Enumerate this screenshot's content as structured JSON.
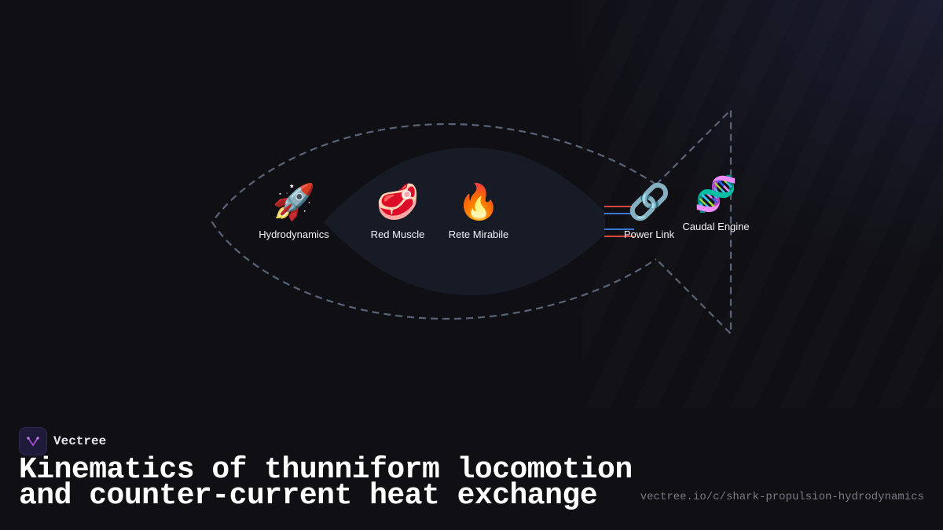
{
  "brand": {
    "name": "Vectree"
  },
  "title": {
    "line1": "Kinematics of thunniform locomotion",
    "line2": "and counter-current heat exchange"
  },
  "url": "vectree.io/c/shark-propulsion-hydrodynamics",
  "diagram": {
    "nodes": [
      {
        "icon": "rocket-icon",
        "glyph": "🚀",
        "label": "Hydrodynamics"
      },
      {
        "icon": "meat-icon",
        "glyph": "🥩",
        "label": "Red Muscle"
      },
      {
        "icon": "fire-icon",
        "glyph": "🔥",
        "label": "Rete Mirabile"
      },
      {
        "icon": "link-icon",
        "glyph": "🔗",
        "label": "Power Link"
      },
      {
        "icon": "dna-icon",
        "glyph": "🧬",
        "label": "Caudal Engine"
      }
    ]
  },
  "colors": {
    "background": "#0f0f14",
    "outline": "#5a6478",
    "body_fill": "#161b26",
    "warm_line": "#d9483b",
    "cool_line": "#3a78d8",
    "logo_bg": "#1e1b3a",
    "logo_mark": "#b04de0"
  }
}
